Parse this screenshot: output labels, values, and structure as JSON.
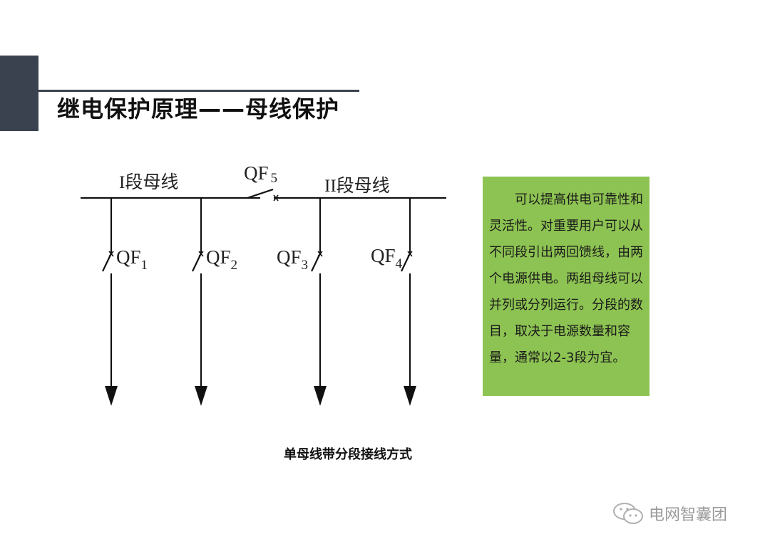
{
  "header": {
    "title": "继电保护原理——母线保护"
  },
  "diagram": {
    "bus1_label": "I段母线",
    "bus2_label": "II段母线",
    "breakers": [
      {
        "id": "qf5",
        "name": "QF",
        "sub": "5"
      },
      {
        "id": "qf1",
        "name": "QF",
        "sub": "1"
      },
      {
        "id": "qf2",
        "name": "QF",
        "sub": "2"
      },
      {
        "id": "qf3",
        "name": "QF",
        "sub": "3"
      },
      {
        "id": "qf4",
        "name": "QF",
        "sub": "4"
      }
    ]
  },
  "note": {
    "text": "可以提高供电可靠性和灵活性。对重要用户可以从不同段引出两回馈线，由两个电源供电。两组母线可以并列或分列运行。分段的数目，取决于电源数量和容量，通常以2-3段为宜。"
  },
  "caption": "单母线带分段接线方式",
  "watermark": "电网智囊团",
  "colors": {
    "header_block": "#3a4250",
    "note_bg": "#8dc352"
  }
}
